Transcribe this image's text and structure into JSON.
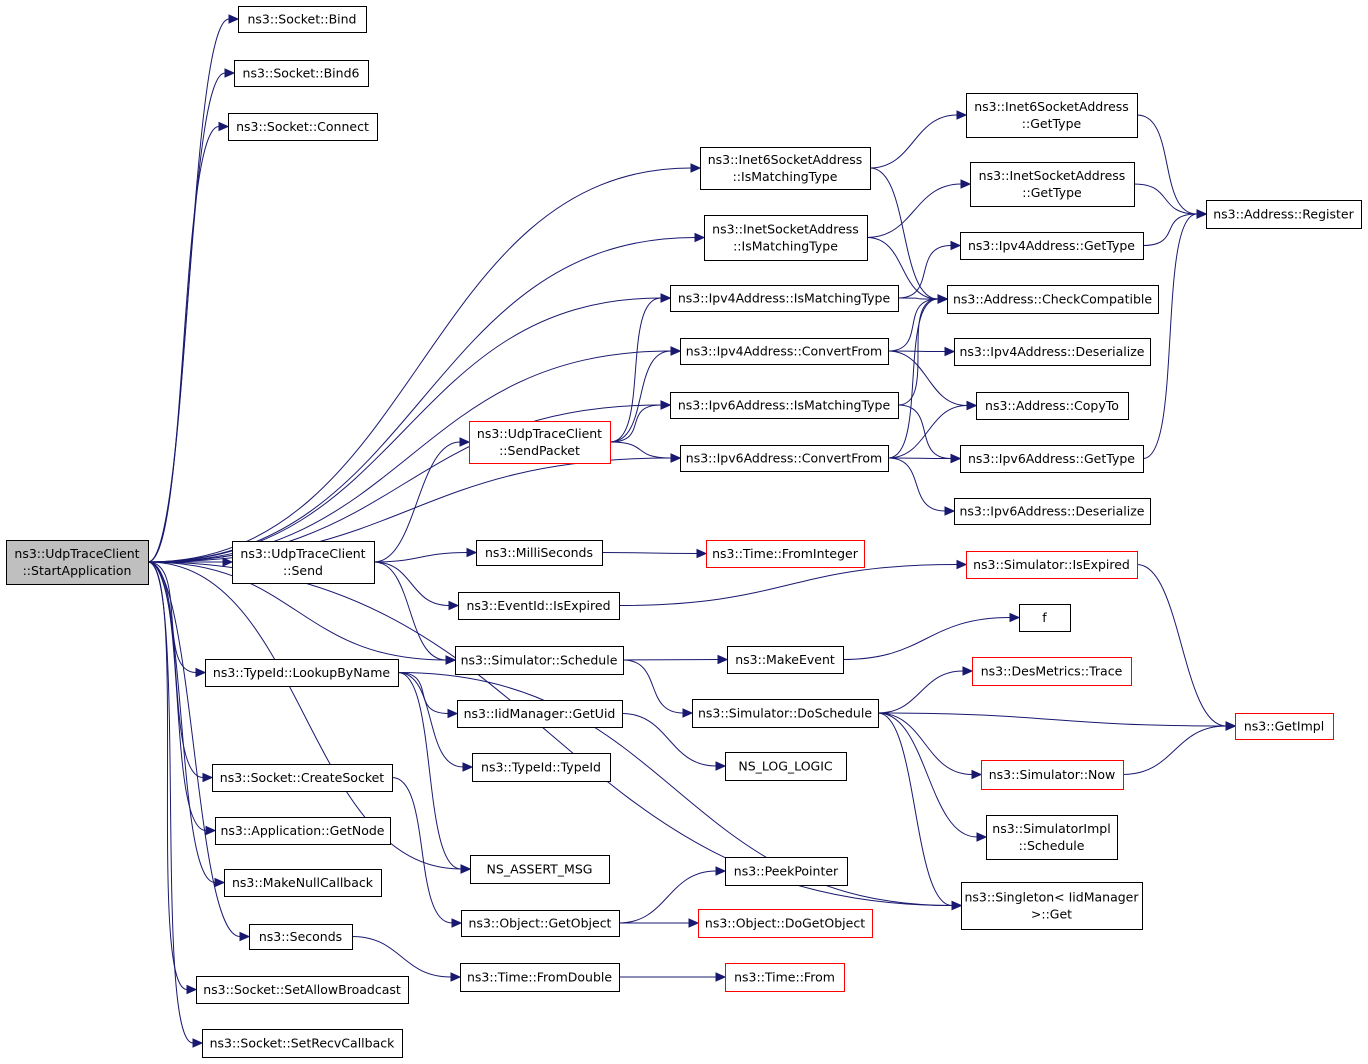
{
  "nodes": [
    {
      "id": "root",
      "lines": [
        "ns3::UdpTraceClient",
        "::StartApplication"
      ],
      "style": "root"
    },
    {
      "id": "bind",
      "lines": [
        "ns3::Socket::Bind"
      ],
      "style": "normal"
    },
    {
      "id": "bind6",
      "lines": [
        "ns3::Socket::Bind6"
      ],
      "style": "normal"
    },
    {
      "id": "connect",
      "lines": [
        "ns3::Socket::Connect"
      ],
      "style": "normal"
    },
    {
      "id": "inet6match",
      "lines": [
        "ns3::Inet6SocketAddress",
        "::IsMatchingType"
      ],
      "style": "normal"
    },
    {
      "id": "inetmatch",
      "lines": [
        "ns3::InetSocketAddress",
        "::IsMatchingType"
      ],
      "style": "normal"
    },
    {
      "id": "ipv4match",
      "lines": [
        "ns3::Ipv4Address::IsMatchingType"
      ],
      "style": "normal"
    },
    {
      "id": "ipv4conv",
      "lines": [
        "ns3::Ipv4Address::ConvertFrom"
      ],
      "style": "normal"
    },
    {
      "id": "ipv6match",
      "lines": [
        "ns3::Ipv6Address::IsMatchingType"
      ],
      "style": "normal"
    },
    {
      "id": "ipv6conv",
      "lines": [
        "ns3::Ipv6Address::ConvertFrom"
      ],
      "style": "normal"
    },
    {
      "id": "sendpacket",
      "lines": [
        "ns3::UdpTraceClient",
        "::SendPacket"
      ],
      "style": "red"
    },
    {
      "id": "send",
      "lines": [
        "ns3::UdpTraceClient",
        "::Send"
      ],
      "style": "normal"
    },
    {
      "id": "lookup",
      "lines": [
        "ns3::TypeId::LookupByName"
      ],
      "style": "normal"
    },
    {
      "id": "createsocket",
      "lines": [
        "ns3::Socket::CreateSocket"
      ],
      "style": "normal"
    },
    {
      "id": "getnode",
      "lines": [
        "ns3::Application::GetNode"
      ],
      "style": "normal"
    },
    {
      "id": "makenull",
      "lines": [
        "ns3::MakeNullCallback"
      ],
      "style": "normal"
    },
    {
      "id": "seconds",
      "lines": [
        "ns3::Seconds"
      ],
      "style": "normal"
    },
    {
      "id": "allowbc",
      "lines": [
        "ns3::Socket::SetAllowBroadcast"
      ],
      "style": "normal"
    },
    {
      "id": "recvcb",
      "lines": [
        "ns3::Socket::SetRecvCallback"
      ],
      "style": "normal"
    },
    {
      "id": "inet6gettype",
      "lines": [
        "ns3::Inet6SocketAddress",
        "::GetType"
      ],
      "style": "normal"
    },
    {
      "id": "inetgettype",
      "lines": [
        "ns3::InetSocketAddress",
        "::GetType"
      ],
      "style": "normal"
    },
    {
      "id": "ipv4gettype",
      "lines": [
        "ns3::Ipv4Address::GetType"
      ],
      "style": "normal"
    },
    {
      "id": "checkcompat",
      "lines": [
        "ns3::Address::CheckCompatible"
      ],
      "style": "normal"
    },
    {
      "id": "ipv4deser",
      "lines": [
        "ns3::Ipv4Address::Deserialize"
      ],
      "style": "normal"
    },
    {
      "id": "copyto",
      "lines": [
        "ns3::Address::CopyTo"
      ],
      "style": "normal"
    },
    {
      "id": "ipv6gettype",
      "lines": [
        "ns3::Ipv6Address::GetType"
      ],
      "style": "normal"
    },
    {
      "id": "ipv6deser",
      "lines": [
        "ns3::Ipv6Address::Deserialize"
      ],
      "style": "normal"
    },
    {
      "id": "register",
      "lines": [
        "ns3::Address::Register"
      ],
      "style": "normal"
    },
    {
      "id": "millisec",
      "lines": [
        "ns3::MilliSeconds"
      ],
      "style": "normal"
    },
    {
      "id": "frominteger",
      "lines": [
        "ns3::Time::FromInteger"
      ],
      "style": "red"
    },
    {
      "id": "eventexpired",
      "lines": [
        "ns3::EventId::IsExpired"
      ],
      "style": "normal"
    },
    {
      "id": "simexpired",
      "lines": [
        "ns3::Simulator::IsExpired"
      ],
      "style": "red"
    },
    {
      "id": "simschedule",
      "lines": [
        "ns3::Simulator::Schedule"
      ],
      "style": "normal"
    },
    {
      "id": "f",
      "lines": [
        "f"
      ],
      "style": "normal"
    },
    {
      "id": "makeevent",
      "lines": [
        "ns3::MakeEvent"
      ],
      "style": "normal"
    },
    {
      "id": "desmetrics",
      "lines": [
        "ns3::DesMetrics::Trace"
      ],
      "style": "red"
    },
    {
      "id": "doschedule",
      "lines": [
        "ns3::Simulator::DoSchedule"
      ],
      "style": "normal"
    },
    {
      "id": "getimpl",
      "lines": [
        "ns3::GetImpl"
      ],
      "style": "red"
    },
    {
      "id": "iidgetuid",
      "lines": [
        "ns3::IidManager::GetUid"
      ],
      "style": "normal"
    },
    {
      "id": "typeidctor",
      "lines": [
        "ns3::TypeId::TypeId"
      ],
      "style": "normal"
    },
    {
      "id": "nslog",
      "lines": [
        "NS_LOG_LOGIC"
      ],
      "style": "normal"
    },
    {
      "id": "simnow",
      "lines": [
        "ns3::Simulator::Now"
      ],
      "style": "red"
    },
    {
      "id": "implschedule",
      "lines": [
        "ns3::SimulatorImpl",
        "::Schedule"
      ],
      "style": "normal"
    },
    {
      "id": "nsassert",
      "lines": [
        "NS_ASSERT_MSG"
      ],
      "style": "normal"
    },
    {
      "id": "peekpointer",
      "lines": [
        "ns3::PeekPointer"
      ],
      "style": "normal"
    },
    {
      "id": "getobject",
      "lines": [
        "ns3::Object::GetObject"
      ],
      "style": "normal"
    },
    {
      "id": "dogetobject",
      "lines": [
        "ns3::Object::DoGetObject"
      ],
      "style": "red"
    },
    {
      "id": "singleton",
      "lines": [
        "ns3::Singleton< IidManager",
        " >::Get"
      ],
      "style": "normal"
    },
    {
      "id": "fromdouble",
      "lines": [
        "ns3::Time::FromDouble"
      ],
      "style": "normal"
    },
    {
      "id": "timefrom",
      "lines": [
        "ns3::Time::From"
      ],
      "style": "red"
    }
  ],
  "edges": [
    [
      "root",
      "bind"
    ],
    [
      "root",
      "bind6"
    ],
    [
      "root",
      "connect"
    ],
    [
      "root",
      "inet6match"
    ],
    [
      "root",
      "inetmatch"
    ],
    [
      "root",
      "ipv4match"
    ],
    [
      "root",
      "ipv4conv"
    ],
    [
      "root",
      "ipv6match"
    ],
    [
      "root",
      "ipv6conv"
    ],
    [
      "root",
      "send"
    ],
    [
      "root",
      "simschedule"
    ],
    [
      "root",
      "lookup"
    ],
    [
      "root",
      "createsocket"
    ],
    [
      "root",
      "getnode"
    ],
    [
      "root",
      "makenull"
    ],
    [
      "root",
      "seconds"
    ],
    [
      "root",
      "allowbc"
    ],
    [
      "root",
      "recvcb"
    ],
    [
      "root",
      "nsassert"
    ],
    [
      "root",
      "singleton"
    ],
    [
      "inet6match",
      "inet6gettype"
    ],
    [
      "inet6match",
      "checkcompat"
    ],
    [
      "inetmatch",
      "inetgettype"
    ],
    [
      "inetmatch",
      "checkcompat"
    ],
    [
      "ipv4match",
      "ipv4gettype"
    ],
    [
      "ipv4match",
      "checkcompat"
    ],
    [
      "ipv4conv",
      "checkcompat"
    ],
    [
      "ipv4conv",
      "ipv4deser"
    ],
    [
      "ipv4conv",
      "copyto"
    ],
    [
      "ipv6match",
      "ipv6gettype"
    ],
    [
      "ipv6match",
      "checkcompat"
    ],
    [
      "ipv6conv",
      "checkcompat"
    ],
    [
      "ipv6conv",
      "copyto"
    ],
    [
      "ipv6conv",
      "ipv6gettype"
    ],
    [
      "ipv6conv",
      "ipv6deser"
    ],
    [
      "sendpacket",
      "ipv4match"
    ],
    [
      "sendpacket",
      "ipv4conv"
    ],
    [
      "sendpacket",
      "ipv6match"
    ],
    [
      "sendpacket",
      "ipv6conv"
    ],
    [
      "send",
      "sendpacket"
    ],
    [
      "send",
      "millisec"
    ],
    [
      "send",
      "eventexpired"
    ],
    [
      "send",
      "simschedule"
    ],
    [
      "inet6gettype",
      "register"
    ],
    [
      "inetgettype",
      "register"
    ],
    [
      "ipv4gettype",
      "register"
    ],
    [
      "ipv6gettype",
      "register"
    ],
    [
      "millisec",
      "frominteger"
    ],
    [
      "eventexpired",
      "simexpired"
    ],
    [
      "simexpired",
      "getimpl"
    ],
    [
      "simschedule",
      "makeevent"
    ],
    [
      "simschedule",
      "doschedule"
    ],
    [
      "makeevent",
      "f"
    ],
    [
      "doschedule",
      "desmetrics"
    ],
    [
      "doschedule",
      "getimpl"
    ],
    [
      "doschedule",
      "simnow"
    ],
    [
      "doschedule",
      "implschedule"
    ],
    [
      "doschedule",
      "singleton"
    ],
    [
      "simnow",
      "getimpl"
    ],
    [
      "lookup",
      "iidgetuid"
    ],
    [
      "lookup",
      "typeidctor"
    ],
    [
      "lookup",
      "nsassert"
    ],
    [
      "lookup",
      "singleton"
    ],
    [
      "iidgetuid",
      "nslog"
    ],
    [
      "createsocket",
      "getobject"
    ],
    [
      "getobject",
      "peekpointer"
    ],
    [
      "getobject",
      "dogetobject"
    ],
    [
      "seconds",
      "fromdouble"
    ],
    [
      "fromdouble",
      "timefrom"
    ]
  ]
}
